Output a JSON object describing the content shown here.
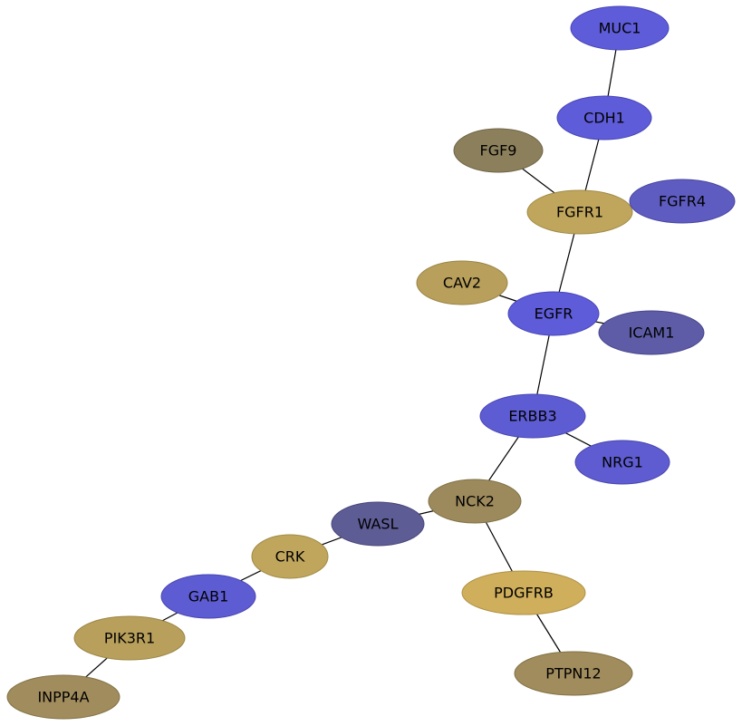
{
  "nodes": [
    {
      "id": "MUC1",
      "label": "MUC1",
      "fill": "#5e5cd9",
      "stroke": "#4745b5"
    },
    {
      "id": "CDH1",
      "label": "CDH1",
      "fill": "#5e5cd9",
      "stroke": "#4745b5"
    },
    {
      "id": "FGF9",
      "label": "FGF9",
      "fill": "#8c7f5c",
      "stroke": "#6e6445"
    },
    {
      "id": "FGFR1",
      "label": "FGFR1",
      "fill": "#c0a65c",
      "stroke": "#a08a45"
    },
    {
      "id": "FGFR4",
      "label": "FGFR4",
      "fill": "#5e5cc0",
      "stroke": "#4745a0"
    },
    {
      "id": "CAV2",
      "label": "CAV2",
      "fill": "#b89f5c",
      "stroke": "#9a8445"
    },
    {
      "id": "EGFR",
      "label": "EGFR",
      "fill": "#5e5cd9",
      "stroke": "#4745b5"
    },
    {
      "id": "ICAM1",
      "label": "ICAM1",
      "fill": "#5e5ca6",
      "stroke": "#47458a"
    },
    {
      "id": "ERBB3",
      "label": "ERBB3",
      "fill": "#5e5cd3",
      "stroke": "#4745b0"
    },
    {
      "id": "NRG1",
      "label": "NRG1",
      "fill": "#5e5cd0",
      "stroke": "#4745ad"
    },
    {
      "id": "NCK2",
      "label": "NCK2",
      "fill": "#9d8a5c",
      "stroke": "#807045"
    },
    {
      "id": "WASL",
      "label": "WASL",
      "fill": "#5e5c95",
      "stroke": "#474578"
    },
    {
      "id": "CRK",
      "label": "CRK",
      "fill": "#c0a65c",
      "stroke": "#a08a45"
    },
    {
      "id": "GAB1",
      "label": "GAB1",
      "fill": "#5e5cd3",
      "stroke": "#4745b0"
    },
    {
      "id": "PIK3R1",
      "label": "PIK3R1",
      "fill": "#b8a05c",
      "stroke": "#9a8545"
    },
    {
      "id": "INPP4A",
      "label": "INPP4A",
      "fill": "#a08c5c",
      "stroke": "#837245"
    },
    {
      "id": "PDGFRB",
      "label": "PDGFRB",
      "fill": "#cfae5c",
      "stroke": "#b09245"
    },
    {
      "id": "PTPN12",
      "label": "PTPN12",
      "fill": "#a08c5c",
      "stroke": "#837245"
    }
  ],
  "edges": [
    [
      "MUC1",
      "CDH1"
    ],
    [
      "CDH1",
      "FGFR1"
    ],
    [
      "FGF9",
      "FGFR1"
    ],
    [
      "FGFR1",
      "EGFR"
    ],
    [
      "CAV2",
      "EGFR"
    ],
    [
      "EGFR",
      "ICAM1"
    ],
    [
      "EGFR",
      "ERBB3"
    ],
    [
      "ERBB3",
      "NRG1"
    ],
    [
      "ERBB3",
      "NCK2"
    ],
    [
      "NCK2",
      "WASL"
    ],
    [
      "NCK2",
      "PDGFRB"
    ],
    [
      "PDGFRB",
      "PTPN12"
    ],
    [
      "WASL",
      "CRK"
    ],
    [
      "CRK",
      "GAB1"
    ],
    [
      "GAB1",
      "PIK3R1"
    ],
    [
      "PIK3R1",
      "INPP4A"
    ]
  ]
}
